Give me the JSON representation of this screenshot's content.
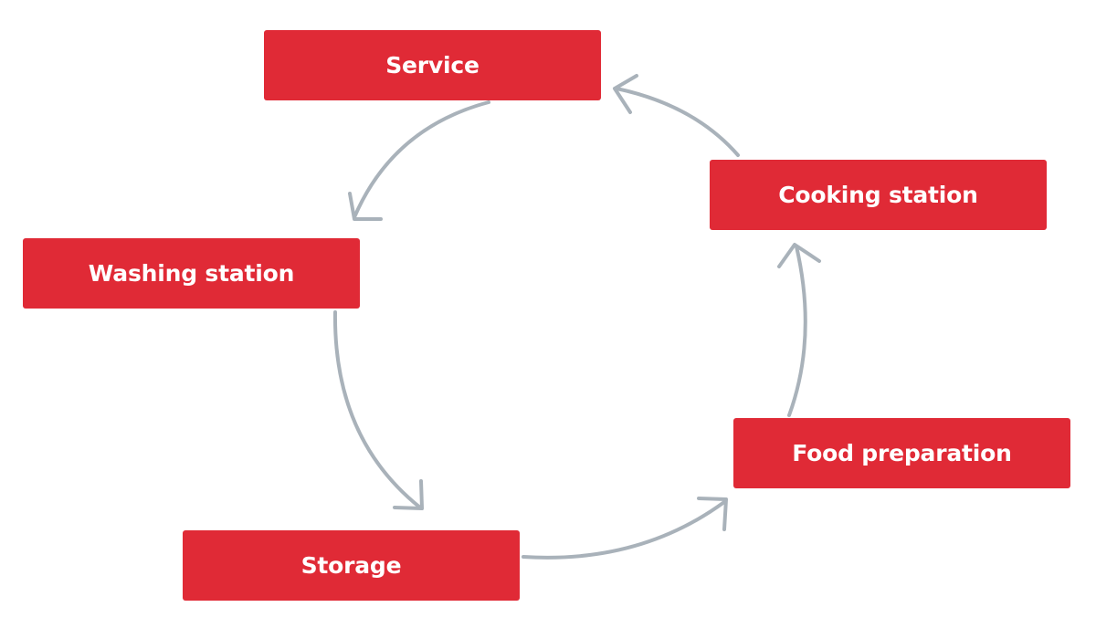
{
  "diagram": {
    "nodes": [
      {
        "id": "service",
        "label": "Service"
      },
      {
        "id": "cooking",
        "label": "Cooking station"
      },
      {
        "id": "washing",
        "label": "Washing station"
      },
      {
        "id": "food",
        "label": "Food preparation"
      },
      {
        "id": "storage",
        "label": "Storage"
      }
    ],
    "edges": [
      {
        "from": "service",
        "to": "washing"
      },
      {
        "from": "washing",
        "to": "storage"
      },
      {
        "from": "storage",
        "to": "food"
      },
      {
        "from": "food",
        "to": "cooking"
      },
      {
        "from": "cooking",
        "to": "service"
      }
    ],
    "colors": {
      "node_fill": "#e02a36",
      "node_text": "#ffffff",
      "arrow": "#a9b2ba"
    }
  }
}
